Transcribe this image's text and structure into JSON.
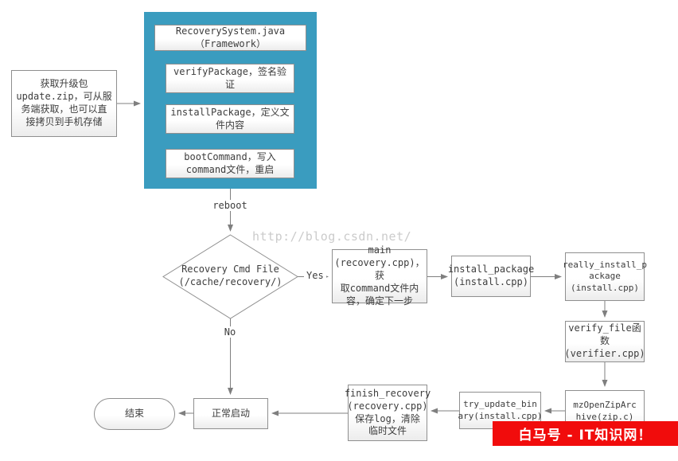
{
  "colors": {
    "framework_container": "#3a9cbf",
    "banner_bg": "#f10c0c",
    "arrow": "#7f7f7f",
    "box_border": "#8f8f8f"
  },
  "watermark": "http://blog.csdn.net/",
  "banner": {
    "text": "白马号 - IT知识网！"
  },
  "labels": {
    "reboot": "reboot",
    "yes": "Yes",
    "no": "No"
  },
  "framework": {
    "title": "RecoverySystem.java\n（Framework）",
    "steps": [
      {
        "label": "verifyPackage，签名验\n证"
      },
      {
        "label": "installPackage，定义文\n件内容"
      },
      {
        "label": "bootCommand，写入\ncommand文件，重启"
      }
    ]
  },
  "nodes": {
    "source": "获取升级包\nupdate.zip，可从服\n务端获取，也可以直\n接拷贝到手机存储",
    "decision": "Recovery Cmd File\n(/cache/recovery/)",
    "main": "main\n(recovery.cpp)，获\n取command文件内\n容，确定下一步",
    "install_package": "install_package\n(install.cpp)",
    "really_install_package": "really_install_p\nackage\n(install.cpp)",
    "verify_file": "verify_file函数\n(verifier.cpp)",
    "mz_open_zip_archive": "mzOpenZipArc\nhive(zip.c)",
    "try_update_binary": "try_update_bin\nary(install.cpp)",
    "finish_recovery": "finish_recovery\n(recovery.cpp)\n保存log，清除\n临时文件",
    "normal_boot": "正常启动",
    "end": "结束"
  }
}
